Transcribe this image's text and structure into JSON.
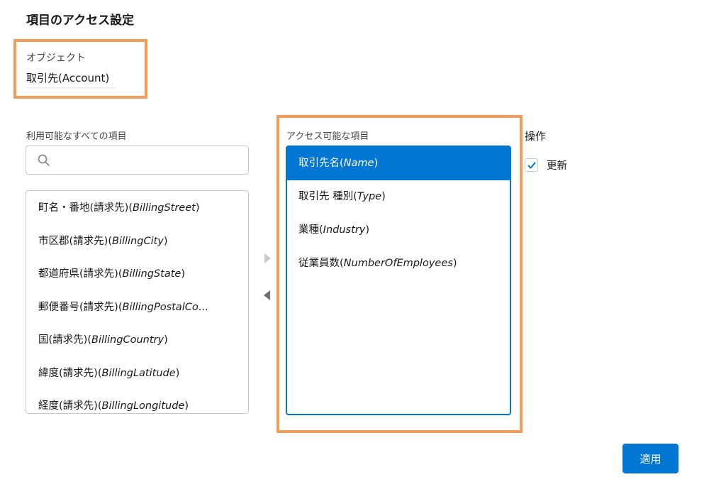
{
  "page": {
    "title": "項目のアクセス設定"
  },
  "object": {
    "label": "オブジェクト",
    "value": "取引先(Account)"
  },
  "available": {
    "label": "利用可能なすべての項目",
    "search": {
      "value": "",
      "placeholder": ""
    },
    "items": [
      {
        "name": "町名・番地(請求先)",
        "api": "BillingStreet"
      },
      {
        "name": "市区郡(請求先)",
        "api": "BillingCity"
      },
      {
        "name": "都道府県(請求先)",
        "api": "BillingState"
      },
      {
        "name": "郵便番号(請求先)",
        "api": "BillingPostalCo",
        "truncated": "..."
      },
      {
        "name": "国(請求先)",
        "api": "BillingCountry"
      },
      {
        "name": "緯度(請求先)",
        "api": "BillingLatitude"
      },
      {
        "name": "経度(請求先)",
        "api": "BillingLongitude"
      }
    ]
  },
  "accessible": {
    "label": "アクセス可能な項目",
    "items": [
      {
        "name": "取引先名",
        "api": "Name",
        "selected": true
      },
      {
        "name": "取引先 種別",
        "api": "Type",
        "selected": false
      },
      {
        "name": "業種",
        "api": "Industry",
        "selected": false
      },
      {
        "name": "従業員数",
        "api": "NumberOfEmployees",
        "selected": false
      }
    ]
  },
  "operations": {
    "title": "操作",
    "update": {
      "label": "更新",
      "checked": true
    }
  },
  "buttons": {
    "apply": "適用"
  },
  "icons": {
    "search": "search-icon",
    "move_right": "arrow-right-icon",
    "move_left": "arrow-left-icon",
    "check": "checkmark-icon"
  },
  "colors": {
    "accent": "#0176d3",
    "highlight_border": "#f29c5c"
  }
}
